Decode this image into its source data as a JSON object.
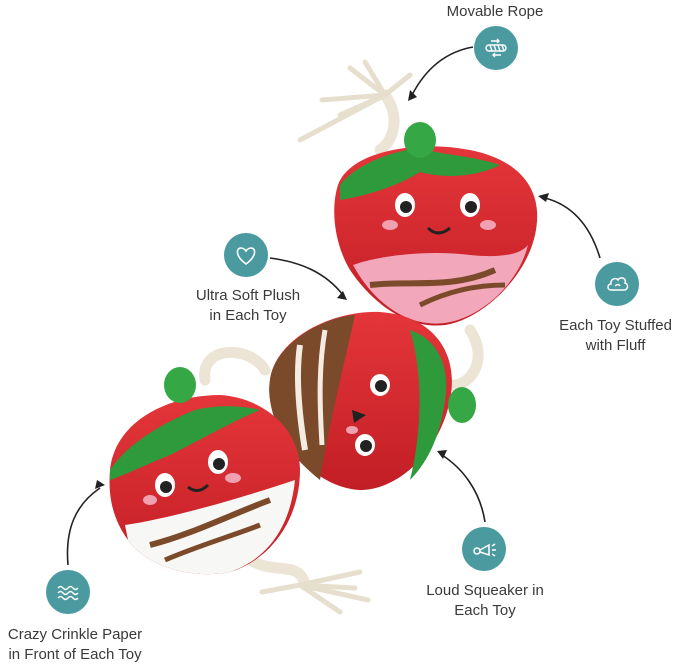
{
  "features": {
    "rope": {
      "line1": "Movable Rope",
      "icon": "rope-icon"
    },
    "fluff": {
      "line1": "Each Toy Stuffed",
      "line2": "with Fluff",
      "icon": "fluff-cloud-icon"
    },
    "plush": {
      "line1": "Ultra Soft Plush",
      "line2": "in Each Toy",
      "icon": "heart-icon"
    },
    "squeaker": {
      "line1": "Loud Squeaker in",
      "line2": "Each Toy",
      "icon": "squeaker-horn-icon"
    },
    "crinkle": {
      "line1": "Crazy Crinkle Paper",
      "line2": "in Front of Each Toy",
      "icon": "crinkle-waves-icon"
    }
  },
  "colors": {
    "badge": "#4a9aa0",
    "strawberry_red": "#d8262c",
    "leaf_green": "#2f9a3c",
    "chocolate": "#7a4a2a",
    "pink_coating": "#f0a5b8",
    "white_coating": "#f7f7f5",
    "rope": "#efe9dc"
  }
}
